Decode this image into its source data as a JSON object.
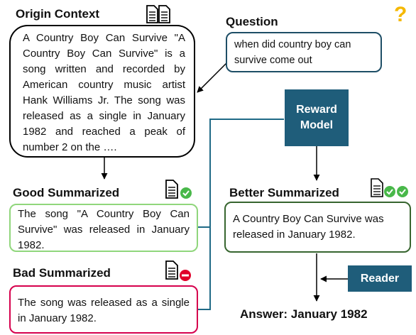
{
  "origin": {
    "title": "Origin Context",
    "text": "A Country Boy Can Survive \"A Country Boy Can Survive\" is a song written and recorded by American country music artist Hank Williams Jr. The song was released as a single in January 1982 and reached a peak of number 2 on the …."
  },
  "question": {
    "title": "Question",
    "text": "when did country boy can survive come out",
    "icon": "question-mark-icon"
  },
  "reward_model": {
    "label": "Reward Model"
  },
  "good": {
    "title": "Good Summarized",
    "text": "The song \"A Country Boy Can Survive\" was released in January 1982.",
    "icon": "document-check-icon"
  },
  "bad": {
    "title": "Bad Summarized",
    "text": "The song was released as a single in January 1982.",
    "icon": "document-minus-icon"
  },
  "better": {
    "title": "Better Summarized",
    "text": "A Country Boy Can Survive was released in January 1982.",
    "icon": "document-double-check-icon"
  },
  "reader": {
    "label": "Reader"
  },
  "answer": {
    "text": "Answer: January 1982"
  },
  "colors": {
    "teal": "#1f5d7a",
    "good_border": "#90d67c",
    "bad_border": "#d6004d",
    "better_border": "#37652f",
    "check_green": "#49b84a",
    "minus_red": "#e0002a",
    "question_yellow": "#f5b800"
  }
}
